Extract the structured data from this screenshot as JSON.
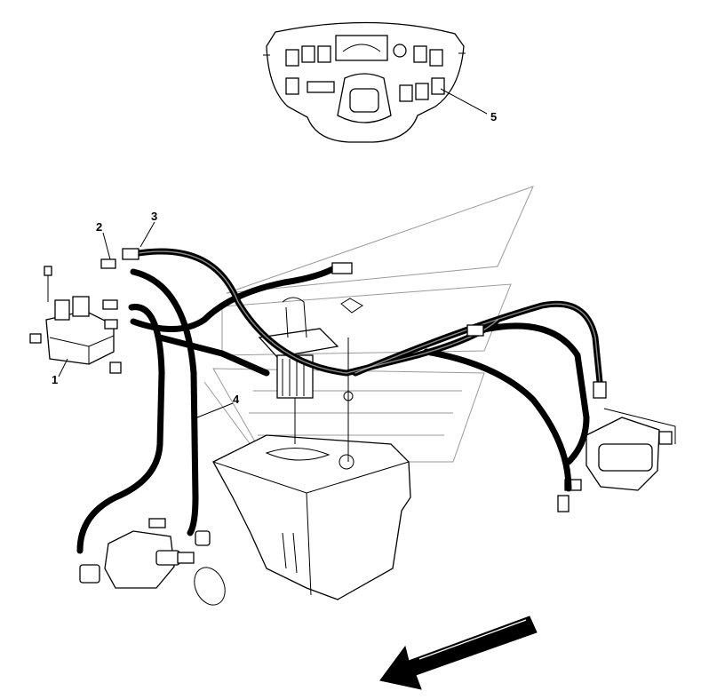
{
  "diagram": {
    "callouts": [
      {
        "id": "1",
        "label": "1"
      },
      {
        "id": "2",
        "label": "2"
      },
      {
        "id": "3",
        "label": "3"
      },
      {
        "id": "4",
        "label": "4"
      },
      {
        "id": "5",
        "label": "5"
      }
    ],
    "colors": {
      "line": "#000000",
      "background": "#ffffff",
      "watermark": "#9a9a9a"
    },
    "icons": {
      "direction": "direction-arrow-icon"
    }
  }
}
